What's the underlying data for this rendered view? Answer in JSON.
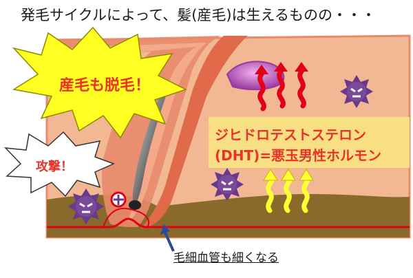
{
  "title": "発毛サイクルによって、髪(産毛)は生えるものの・・・",
  "burst_hair_loss": "産毛も脱毛！",
  "burst_attack": "攻撃！",
  "dht_label": {
    "line1": "ジヒドロテストステロン",
    "line2": "(DHT)=悪玉男性ホルモン"
  },
  "caption": "毛細血管も細くなる",
  "colors": {
    "skin": "#f2b894",
    "skin_border": "#e88a6a",
    "inner_layer": "#e06a4a",
    "dermis": "#8a6a2a",
    "blood_vessel": "#e00018",
    "dht_box": "#f8df84",
    "alert_text": "#e8332a",
    "burst_fill": "#ffff22",
    "germ": "#6a3a8a",
    "arrow_red": "#e00018",
    "arrow_yellow": "#ffff33",
    "arrow_blue": "#2a4a9a"
  }
}
